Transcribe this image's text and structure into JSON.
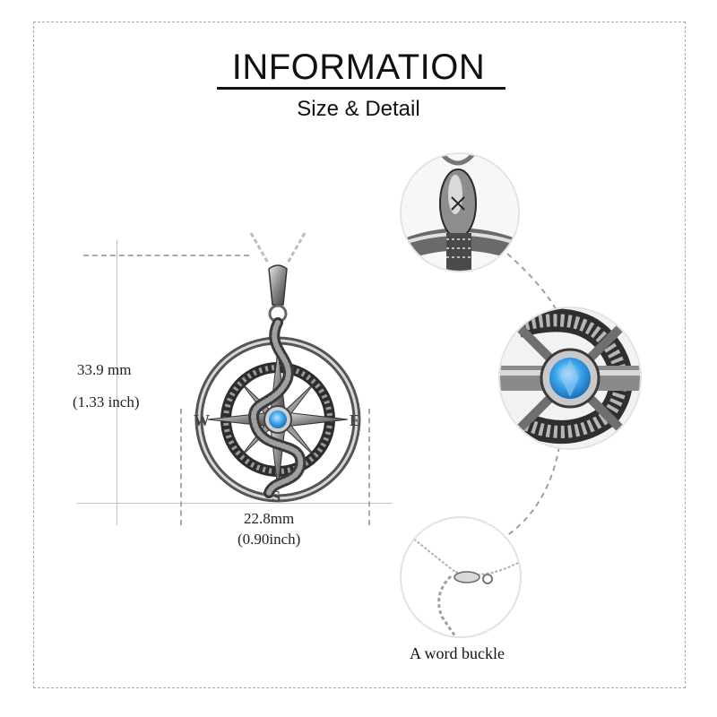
{
  "header": {
    "title": "INFORMATION",
    "subtitle": "Size & Detail"
  },
  "dimensions": {
    "height_mm": "33.9 mm",
    "height_inch": "(1.33 inch)",
    "width_mm": "22.8mm",
    "width_inch": "(0.90inch)"
  },
  "pendant": {
    "compass_letters": {
      "west": "W",
      "east": "E",
      "south": "S"
    },
    "stone_color": "#3fa6ee",
    "metal_color": "#7a7a7a"
  },
  "details": [
    {
      "name": "snake-head-closeup"
    },
    {
      "name": "center-stone-closeup"
    },
    {
      "name": "clasp-closeup",
      "caption": "A word buckle"
    }
  ],
  "colors": {
    "border": "#a8a8a8",
    "text": "#111111",
    "stone": "#3fa6ee"
  }
}
